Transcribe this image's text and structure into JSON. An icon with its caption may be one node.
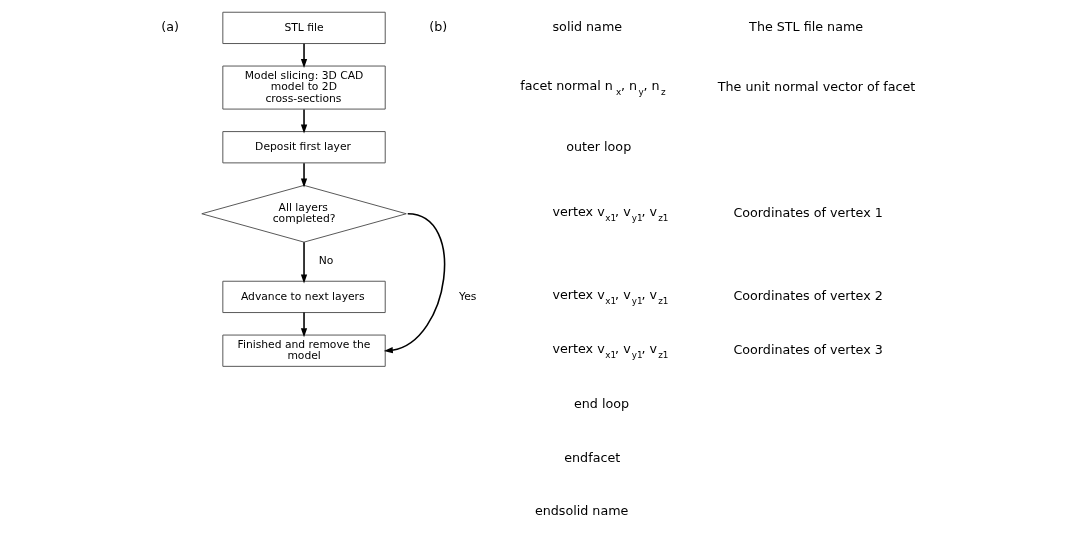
{
  "diagram": {
    "nodes": [
      {
        "text": [
          "STL file"
        ]
      },
      {
        "text": [
          "Model slicing: 3D CAD model to 2D cross-sections"
        ]
      },
      {
        "text": [
          "Deposit first layer"
        ]
      },
      {
        "text": [
          "All layers completed?"
        ]
      },
      {
        "text": [
          "Advance to next layers"
        ]
      },
      {
        "text": [
          "Finished and remove the model"
        ]
      }
    ],
    "edges": [
      {
        "from": 0,
        "to": 1,
        "arrow": "to"
      },
      {
        "from": 1,
        "to": 2,
        "arrow": "to"
      },
      {
        "from": 2,
        "to": 3,
        "arrow": "to"
      },
      {
        "from": 3,
        "to": 4,
        "arrow": "to",
        "label": "No"
      },
      {
        "from": 4,
        "to": 5,
        "arrow": "to"
      },
      {
        "from": 3,
        "to": 5,
        "arrow": "to",
        "label": "Yes"
      }
    ],
    "labels": [
      "(a)",
      "(b)",
      "solid name",
      "The STL file name",
      "facet normal n$_{x}$, n$_{y}$, n$_{z}$",
      "The unit normal vector of facet",
      "outer loop",
      "vertex v$_{x1}$, v$_{y1}$, v$_{z1}$",
      "Coordinates of vertex 1",
      "vertex v$_{x1}$, v$_{y1}$, v$_{z1}$",
      "Coordinates of vertex 2",
      "vertex v$_{x1}$, v$_{y1}$, v$_{z1}$",
      "Coordinates of vertex 3",
      "end loop",
      "endfacet",
      "endsolid name"
    ]
  }
}
